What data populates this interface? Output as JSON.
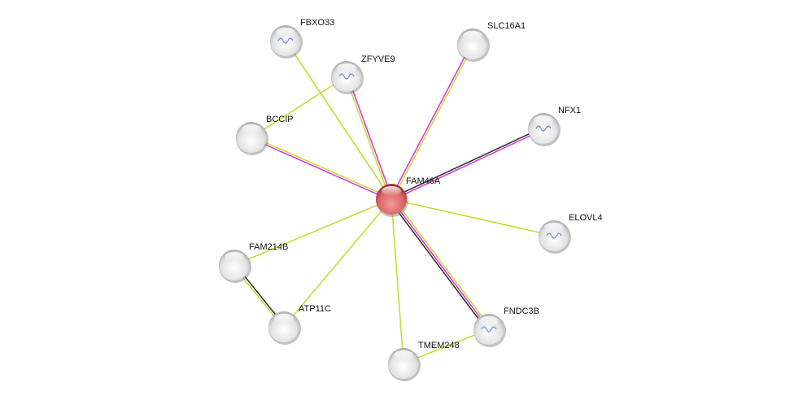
{
  "network": {
    "query_node": "FAM46A",
    "nodes": [
      {
        "id": "FAM46A",
        "label": "FAM46A",
        "query": true,
        "has_structure": false
      },
      {
        "id": "FBXO33",
        "label": "FBXO33",
        "query": false,
        "has_structure": true
      },
      {
        "id": "ZFYVE9",
        "label": "ZFYVE9",
        "query": false,
        "has_structure": true
      },
      {
        "id": "SLC16A1",
        "label": "SLC16A1",
        "query": false,
        "has_structure": false
      },
      {
        "id": "BCCIP",
        "label": "BCCIP",
        "query": false,
        "has_structure": false
      },
      {
        "id": "NFX1",
        "label": "NFX1",
        "query": false,
        "has_structure": true
      },
      {
        "id": "ELOVL4",
        "label": "ELOVL4",
        "query": false,
        "has_structure": true
      },
      {
        "id": "FAM214B",
        "label": "FAM214B",
        "query": false,
        "has_structure": false
      },
      {
        "id": "ATP11C",
        "label": "ATP11C",
        "query": false,
        "has_structure": false
      },
      {
        "id": "FNDC3B",
        "label": "FNDC3B",
        "query": false,
        "has_structure": true
      },
      {
        "id": "TMEM248",
        "label": "TMEM248",
        "query": false,
        "has_structure": false
      }
    ],
    "edges": [
      {
        "a": "FAM46A",
        "b": "FBXO33",
        "types": [
          "textmining"
        ]
      },
      {
        "a": "FAM46A",
        "b": "ZFYVE9",
        "types": [
          "textmining",
          "experiments"
        ]
      },
      {
        "a": "FAM46A",
        "b": "SLC16A1",
        "types": [
          "experiments",
          "textmining"
        ]
      },
      {
        "a": "FAM46A",
        "b": "BCCIP",
        "types": [
          "experiments",
          "textmining"
        ]
      },
      {
        "a": "FAM46A",
        "b": "NFX1",
        "types": [
          "coexpression",
          "experiments"
        ]
      },
      {
        "a": "FAM46A",
        "b": "ELOVL4",
        "types": [
          "textmining"
        ]
      },
      {
        "a": "FAM46A",
        "b": "FAM214B",
        "types": [
          "textmining"
        ]
      },
      {
        "a": "FAM46A",
        "b": "ATP11C",
        "types": [
          "textmining"
        ]
      },
      {
        "a": "FAM46A",
        "b": "TMEM248",
        "types": [
          "textmining"
        ]
      },
      {
        "a": "FAM46A",
        "b": "FNDC3B",
        "types": [
          "textmining",
          "experiments",
          "coexpression"
        ]
      },
      {
        "a": "ZFYVE9",
        "b": "BCCIP",
        "types": [
          "textmining"
        ]
      },
      {
        "a": "FAM214B",
        "b": "ATP11C",
        "types": [
          "coexpression",
          "textmining"
        ]
      },
      {
        "a": "TMEM248",
        "b": "FNDC3B",
        "types": [
          "textmining"
        ]
      }
    ],
    "edge_colors": {
      "textmining": "#c8dc32",
      "experiments": "#dc3cdc",
      "coexpression": "#333333"
    },
    "node_colors": {
      "query": "#d9605f",
      "other": "#d8d8d8"
    }
  }
}
